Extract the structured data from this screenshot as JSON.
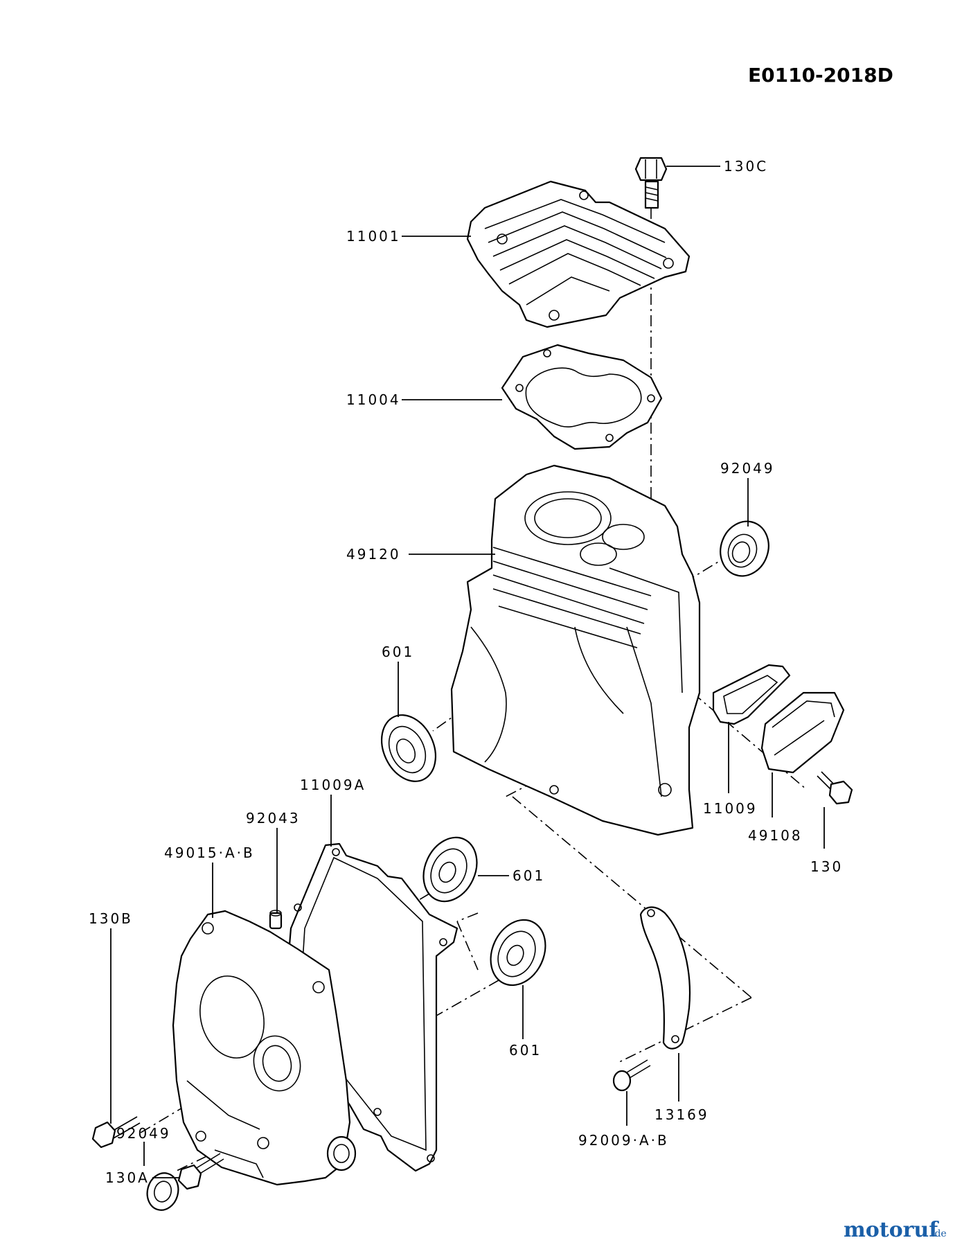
{
  "diagram_code": "E0110-2018D",
  "watermark": {
    "brand": "motoruf",
    "suffix": ".de",
    "color": "#1a5fa8"
  },
  "callouts": {
    "bolt_head": "130C",
    "cylinder_head": "11001",
    "head_gasket": "11004",
    "oil_seal_upper": "92049",
    "cylinder_block": "49120",
    "bearing_block": "601",
    "gasket_crankcase": "11009A",
    "knock_pin": "92043",
    "crankcase_cover": "49015·A·B",
    "breather_gasket": "11009",
    "breather_cover": "49108",
    "breather_bolt": "130",
    "bearing_cover_a": "601",
    "bearing_cover_b": "601",
    "bolt_cover": "130B",
    "oil_seal_lower": "92049",
    "bolt_cover_lower": "130A",
    "plate": "13169",
    "screw_plate": "92009·A·B"
  }
}
